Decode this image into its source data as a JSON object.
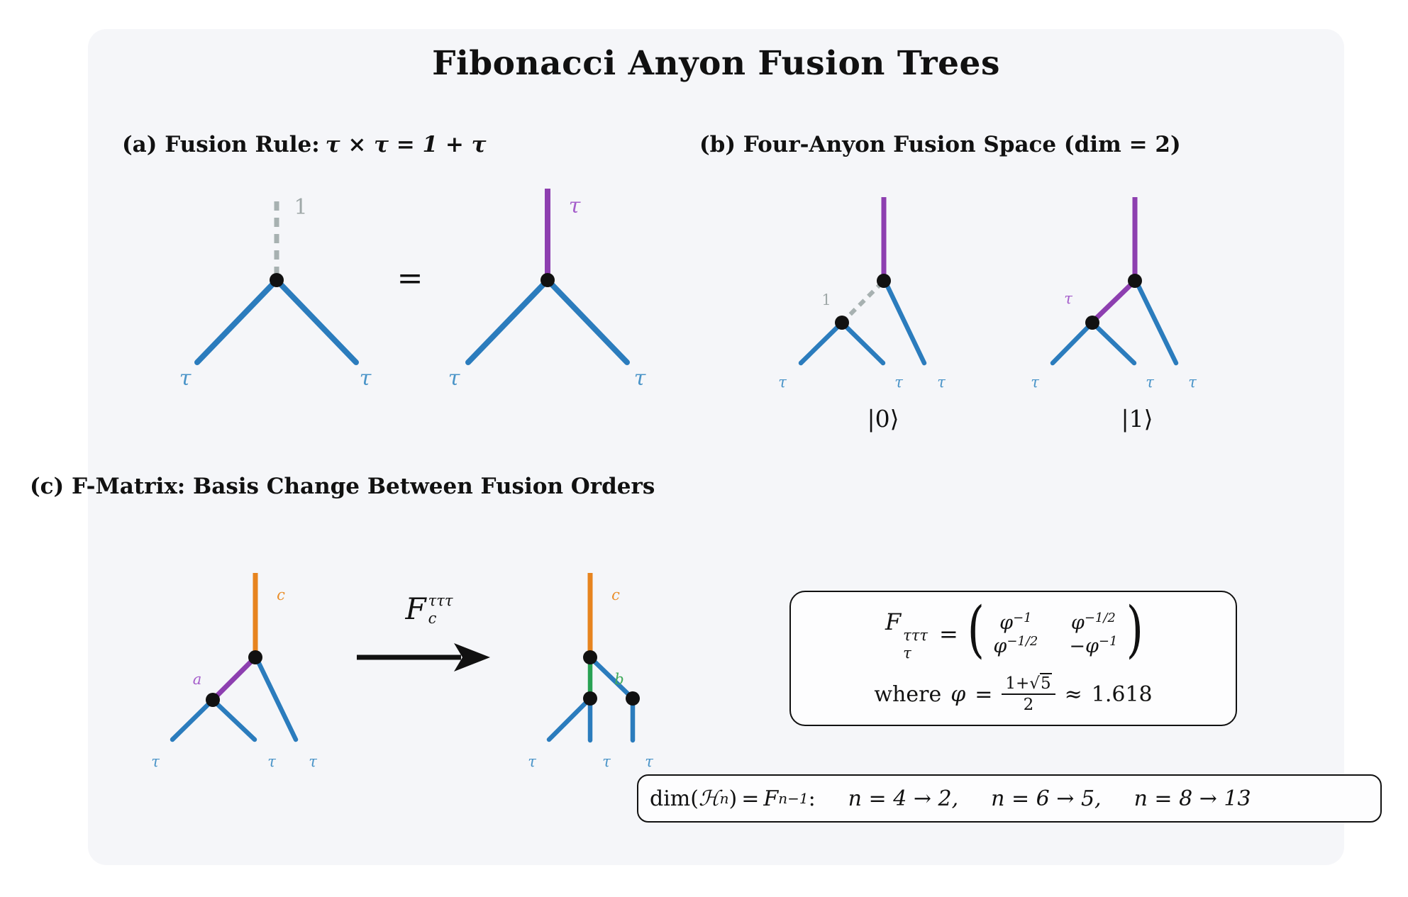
{
  "title": "Fibonacci Anyon Fusion Trees",
  "headings": {
    "a_label": "(a) Fusion Rule:",
    "a_math": "τ × τ = 1 + τ",
    "b": "(b) Four-Anyon Fusion Space (dim = 2)",
    "c": "(c) F-Matrix: Basis Change Between Fusion Orders"
  },
  "equals_sign": "=",
  "labels": {
    "tau": "τ",
    "one": "1",
    "a": "a",
    "b": "b",
    "c": "c"
  },
  "kets": {
    "zero": "|0⟩",
    "one": "|1⟩"
  },
  "f_move": {
    "base": "F",
    "sup": "τττ",
    "sub": "c"
  },
  "f_matrix_box": {
    "base": "F",
    "sup": "τττ",
    "sub": "τ",
    "equals": "=",
    "paren_left": "(",
    "paren_right": ")",
    "m00_base": "φ",
    "m00_exp": "−1",
    "m01_base": "φ",
    "m01_exp": "−1/2",
    "m10_base": "φ",
    "m10_exp": "−1/2",
    "m11_base": "−φ",
    "m11_exp": "−1",
    "where": "where",
    "phi": "φ",
    "eq": "=",
    "num_pre": "1+",
    "sqrt": "√",
    "radicand": "5",
    "den": "2",
    "approx": "≈",
    "value": "1.618"
  },
  "dim_box": {
    "dim": "dim(",
    "hilbert": "ℋ",
    "hilbert_sub": "n",
    "close": ")",
    "eq": "=",
    "F": "F",
    "F_sub": "n−1",
    "colon": ":",
    "case1": "n = 4 → 2,",
    "case2": "n = 6 → 5,",
    "case3": "n = 8 → 13"
  },
  "colors": {
    "page_bg": "#ffffff",
    "panel_bg": "#f5f6f9",
    "blue": "#2b7cbd",
    "blue_label": "#4a94c8",
    "purple": "#8d3fb0",
    "purple_label": "#a55ecb",
    "orange": "#e7841f",
    "orange_label": "#ea8e2a",
    "green": "#29a254",
    "green_label": "#41ab5d",
    "gray": "#a7b1b1",
    "gray_label": "#9fa8a8",
    "black": "#111111"
  }
}
